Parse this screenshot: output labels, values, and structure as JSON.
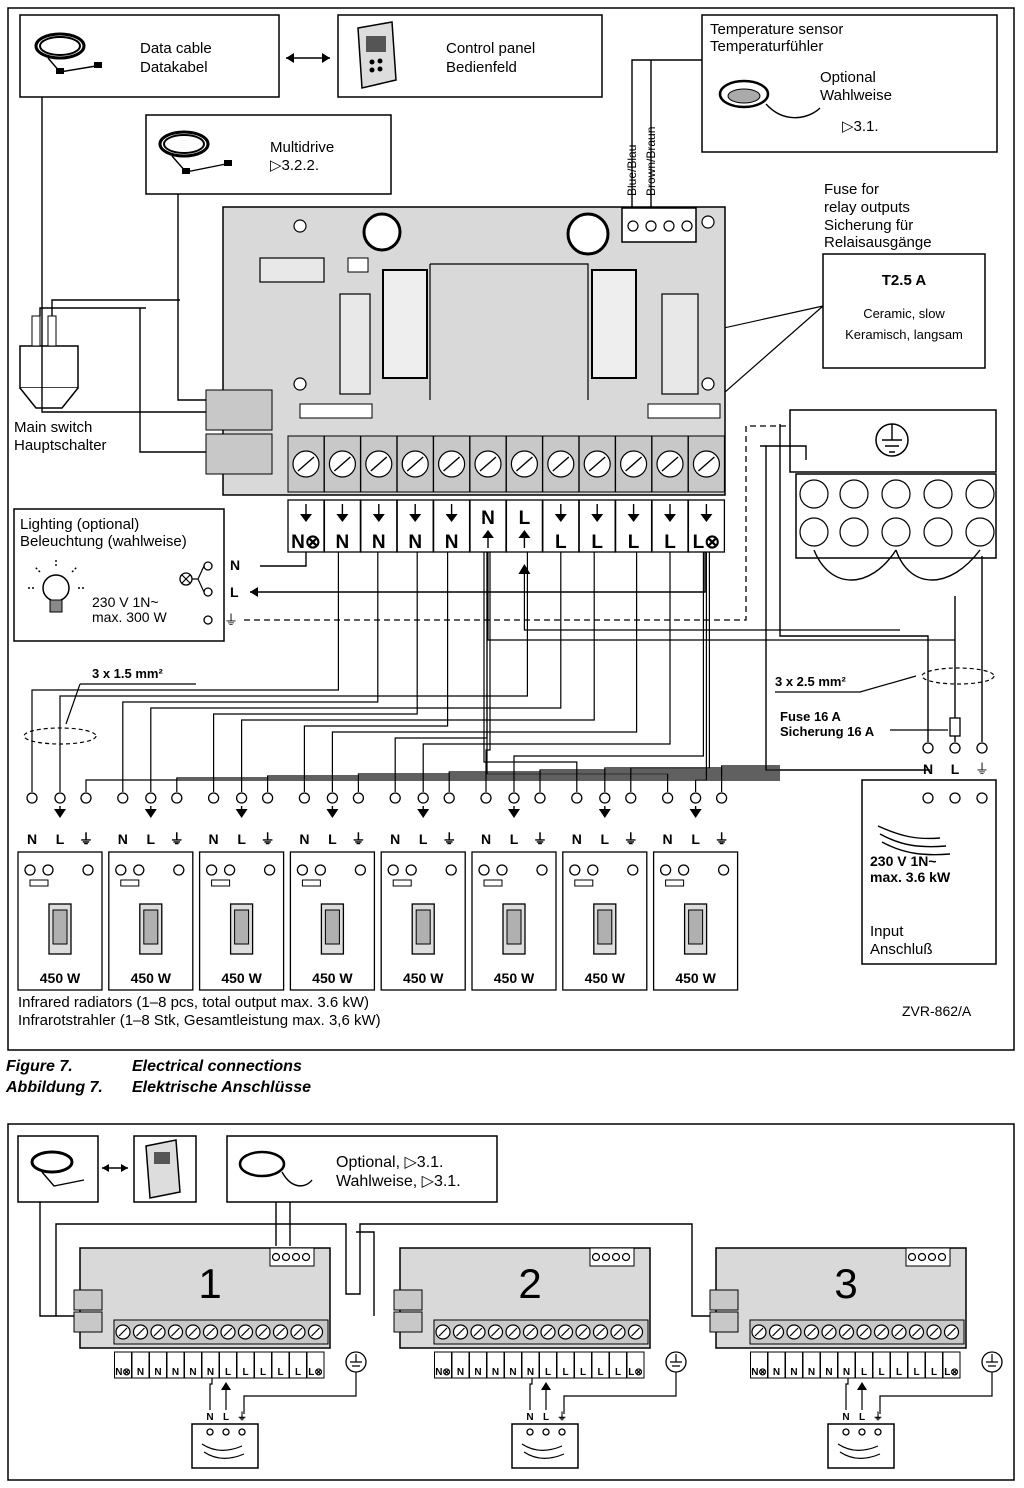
{
  "figure7": {
    "data_cable": [
      "Data cable",
      "Datakabel"
    ],
    "control_panel": [
      "Control panel",
      "Bedienfeld"
    ],
    "temp_sensor": [
      "Temperature sensor",
      "Temperaturfühler"
    ],
    "temp_optional": [
      "Optional",
      "Wahlweise"
    ],
    "temp_ref": "▷3.1.",
    "multidrive": [
      "Multidrive",
      "▷3.2.2."
    ],
    "wire_blue": "Blue/Blau",
    "wire_brown": "Brown/Braun",
    "fuse_title": [
      "Fuse for",
      "relay outputs",
      "Sicherung für",
      "Relaisausgänge"
    ],
    "fuse_rating": "T2.5 A",
    "fuse_type": [
      "Ceramic, slow",
      "Keramisch, langsam"
    ],
    "main_switch": [
      "Main switch",
      "Hauptschalter"
    ],
    "terminals": [
      "N⊗",
      "N",
      "N",
      "N",
      "N",
      "N",
      "L",
      "L",
      "L",
      "L",
      "L",
      "L⊗"
    ],
    "lighting": [
      "Lighting (optional)",
      "Beleuchtung (wahlweise)"
    ],
    "lighting_spec": [
      "230 V 1N~",
      "max. 300 W"
    ],
    "lighting_pins": [
      "N",
      "L",
      "⏚"
    ],
    "cable_small": "3 x 1.5 mm²",
    "cable_large": "3 x 2.5 mm²",
    "fuse16": [
      "Fuse 16 A",
      "Sicherung 16 A"
    ],
    "input_pins": [
      "N",
      "L",
      "⏚"
    ],
    "input_spec": [
      "230 V 1N~",
      "max. 3.6 kW"
    ],
    "input_label": [
      "Input",
      "Anschluß"
    ],
    "radiator_pins": [
      "N",
      "L",
      "⏚"
    ],
    "radiator_power": "450 W",
    "radiator_count": 8,
    "radiators_caption": [
      "Infrared radiators (1–8 pcs, total output max. 3.6 kW)",
      "Infrarotstrahler (1–8 Stk, Gesamtleistung max. 3,6 kW)"
    ],
    "code": "ZVR-862/A"
  },
  "caption": {
    "num_en": "Figure 7.",
    "title_en": "Electrical connections",
    "num_de": "Abbildung 7.",
    "title_de": "Elektrische Anschlüsse"
  },
  "figure8": {
    "optional": [
      "Optional, ▷3.1.",
      "Wahlweise, ▷3.1."
    ],
    "units": [
      "1",
      "2",
      "3"
    ],
    "unit_pins": [
      "N",
      "L",
      "⏚"
    ]
  }
}
